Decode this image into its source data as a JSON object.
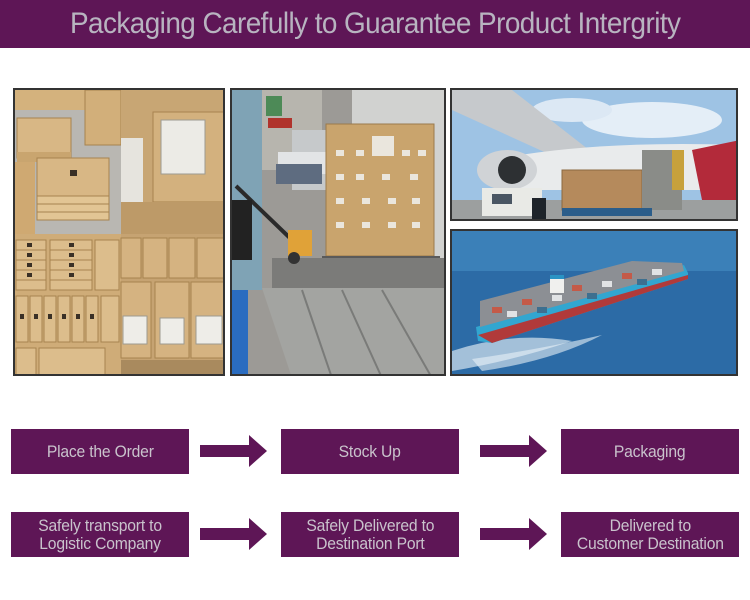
{
  "banner": {
    "title": "Packaging Carefully to Guarantee Product Intergrity",
    "background": "#5e1656",
    "text_color": "#b8b4c0"
  },
  "photos": [
    {
      "name": "boxed-products-collage",
      "description": "Cardboard boxes with shipping labels"
    },
    {
      "name": "pallet-loading-truck",
      "description": "Pallet jack loading wrapped pallet onto truck"
    },
    {
      "name": "air-cargo-loading",
      "description": "Cargo crate loaded onto airplane"
    },
    {
      "name": "container-ship",
      "description": "Container ship at sea"
    }
  ],
  "process": {
    "accent": "#5e1656",
    "row1": [
      {
        "label": "Place the Order"
      },
      {
        "label": "Stock Up"
      },
      {
        "label": "Packaging"
      }
    ],
    "row2": [
      {
        "label": "Safely transport to\nLogistic Company"
      },
      {
        "label": "Safely Delivered to\nDestination Port"
      },
      {
        "label": "Delivered to\nCustomer Destination"
      }
    ],
    "arrow_icon": "right-arrow-icon"
  }
}
